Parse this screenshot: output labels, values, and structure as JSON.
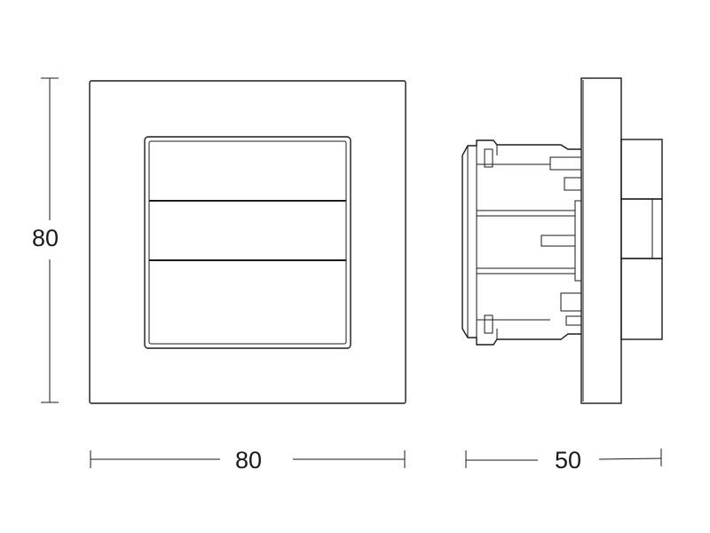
{
  "dimensions": {
    "front_height": "80",
    "front_width": "80",
    "side_depth": "50"
  }
}
